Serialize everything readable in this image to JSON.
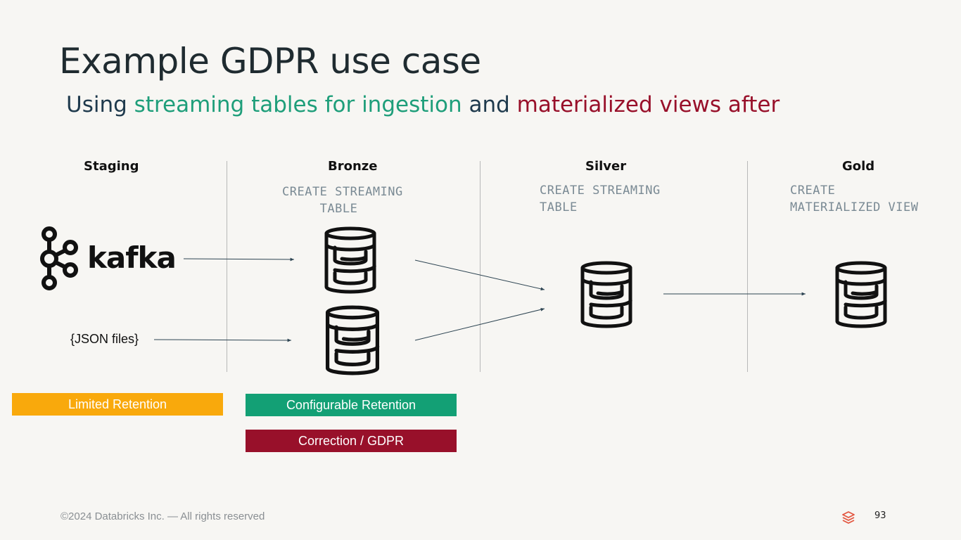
{
  "title": "Example GDPR use case",
  "subtitle": {
    "part1": "Using ",
    "part2": "streaming tables for ingestion",
    "part3": " and ",
    "part4": "materialized views after"
  },
  "columns": {
    "staging": "Staging",
    "bronze": "Bronze",
    "silver": "Silver",
    "gold": "Gold"
  },
  "code": {
    "bronze": "CREATE STREAMING\n     TABLE",
    "silver": "CREATE STREAMING\nTABLE",
    "gold": "CREATE\nMATERIALIZED VIEW"
  },
  "sources": {
    "kafka": "kafka",
    "json": "{JSON files}"
  },
  "badges": {
    "limited": "Limited Retention",
    "configurable": "Configurable Retention",
    "correction": "Correction / GDPR"
  },
  "colors": {
    "limited": "#f9a90c",
    "configurable": "#13a075",
    "correction": "#98102a"
  },
  "footer": "©2024 Databricks Inc. — All rights reserved",
  "page_number": "93"
}
